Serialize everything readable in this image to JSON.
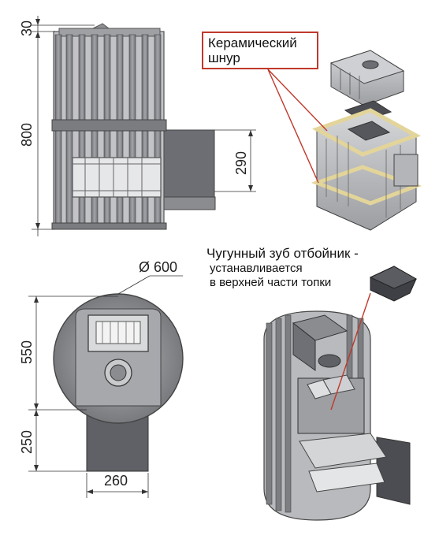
{
  "dimensions": {
    "top_offset": "30",
    "height": "800",
    "chimney_height": "290",
    "diameter": "Ø 600",
    "front_height": "550",
    "base_height": "250",
    "base_width": "260"
  },
  "callouts": {
    "ceramic_cord": {
      "line1": "Керамический",
      "line2": "шнур"
    },
    "cast_iron_tooth": {
      "line1": "Чугунный зуб отбойник -",
      "line2": "устанавливается",
      "line3": "в верхней части топки"
    }
  },
  "colors": {
    "steel": "#8d8f93",
    "steel_dark": "#5f6166",
    "steel_light": "#c9cacc",
    "cord": "#e8dca8",
    "callout_border": "#c0392b",
    "leader": "#c0392b"
  }
}
